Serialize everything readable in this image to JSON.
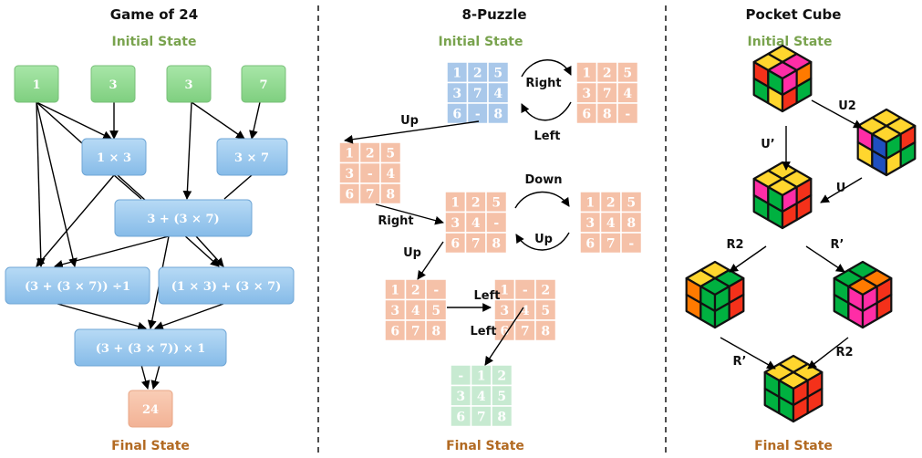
{
  "colors": {
    "green_node": "#92d993",
    "blue_node": "#9cc9ee",
    "peach_node": "#f5c1a8",
    "blue_tile": "#a9c8ea",
    "peach_tile": "#f5c1a8",
    "green_tile": "#c7ead1",
    "initial_text": "#79a34e",
    "final_text": "#b26a22"
  },
  "game24": {
    "title": "Game of 24",
    "initial_label": "Initial State",
    "final_label": "Final State",
    "leaves": [
      "1",
      "3",
      "3",
      "7"
    ],
    "step1": [
      "1 × 3",
      "3 × 7"
    ],
    "step2": "3 + (3 × 7)",
    "step3": [
      "(3 + (3 × 7)) ÷1",
      "(1 × 3) + (3 × 7)"
    ],
    "step4": "(3 + (3 × 7)) × 1",
    "result": "24"
  },
  "puzzle": {
    "title": "8-Puzzle",
    "initial_label": "Initial State",
    "final_label": "Final State",
    "boards": {
      "initial": [
        "1",
        "2",
        "5",
        "3",
        "7",
        "4",
        "6",
        "-",
        "8"
      ],
      "right_result": [
        "1",
        "2",
        "5",
        "3",
        "7",
        "4",
        "6",
        "8",
        "-"
      ],
      "up_result": [
        "1",
        "2",
        "5",
        "3",
        "-",
        "4",
        "6",
        "7",
        "8"
      ],
      "right2_result": [
        "1",
        "2",
        "5",
        "3",
        "4",
        "-",
        "6",
        "7",
        "8"
      ],
      "down_result": [
        "1",
        "2",
        "5",
        "3",
        "4",
        "8",
        "6",
        "7",
        "-"
      ],
      "up2_result": [
        "1",
        "2",
        "-",
        "3",
        "4",
        "5",
        "6",
        "7",
        "8"
      ],
      "left_result": [
        "1",
        "-",
        "2",
        "3",
        "4",
        "5",
        "6",
        "7",
        "8"
      ],
      "final": [
        "-",
        "1",
        "2",
        "3",
        "4",
        "5",
        "6",
        "7",
        "8"
      ]
    },
    "moves": {
      "right": "Right",
      "left_back": "Left",
      "up": "Up",
      "down": "Down",
      "up_back": "Up",
      "right2": "Right",
      "up2": "Up",
      "left1": "Left",
      "left2": "Left"
    }
  },
  "cube": {
    "title": "Pocket Cube",
    "initial_label": "Initial State",
    "final_label": "Final State",
    "moves": {
      "u2": "U2",
      "u_prime": "U’",
      "u": "U",
      "r2_left": "R2",
      "r_prime_right": "R’",
      "r_prime_bottom": "R’",
      "r2_bottom": "R2"
    },
    "states": {
      "initial": {
        "top": [
          "#ffd62e",
          "#ff2da6",
          "#ffd62e",
          "#ff2da6"
        ],
        "left": [
          "#f4311a",
          "#00b140",
          "#00b140",
          "#ffd62e"
        ],
        "right": [
          "#ff2da6",
          "#ff7a00",
          "#f4311a",
          "#00b140"
        ]
      },
      "after_u2": {
        "top": [
          "#ffd62e",
          "#ffd62e",
          "#ffd62e",
          "#ffd62e"
        ],
        "left": [
          "#ff2da6",
          "#1f4fbf",
          "#ffd62e",
          "#1f4fbf"
        ],
        "right": [
          "#00b140",
          "#f4311a",
          "#ffd62e",
          "#00b140"
        ]
      },
      "middle": {
        "top": [
          "#ffd62e",
          "#ffd62e",
          "#ffd62e",
          "#ffd62e"
        ],
        "left": [
          "#ff2da6",
          "#00b140",
          "#00b140",
          "#00b140"
        ],
        "right": [
          "#ff2da6",
          "#f4311a",
          "#f4311a",
          "#f4311a"
        ]
      },
      "after_r2": {
        "top": [
          "#ffd62e",
          "#00b140",
          "#ffd62e",
          "#00b140"
        ],
        "left": [
          "#ff7a00",
          "#00b140",
          "#ff7a00",
          "#00b140"
        ],
        "right": [
          "#00b140",
          "#f4311a",
          "#00b140",
          "#f4311a"
        ]
      },
      "after_rp": {
        "top": [
          "#00b140",
          "#ff7a00",
          "#00b140",
          "#ff7a00"
        ],
        "left": [
          "#00b140",
          "#ff2da6",
          "#00b140",
          "#ff2da6"
        ],
        "right": [
          "#ff2da6",
          "#f4311a",
          "#ff2da6",
          "#f4311a"
        ]
      },
      "final": {
        "top": [
          "#ffd62e",
          "#ffd62e",
          "#ffd62e",
          "#ffd62e"
        ],
        "left": [
          "#00b140",
          "#00b140",
          "#00b140",
          "#00b140"
        ],
        "right": [
          "#f4311a",
          "#f4311a",
          "#f4311a",
          "#f4311a"
        ]
      }
    }
  }
}
